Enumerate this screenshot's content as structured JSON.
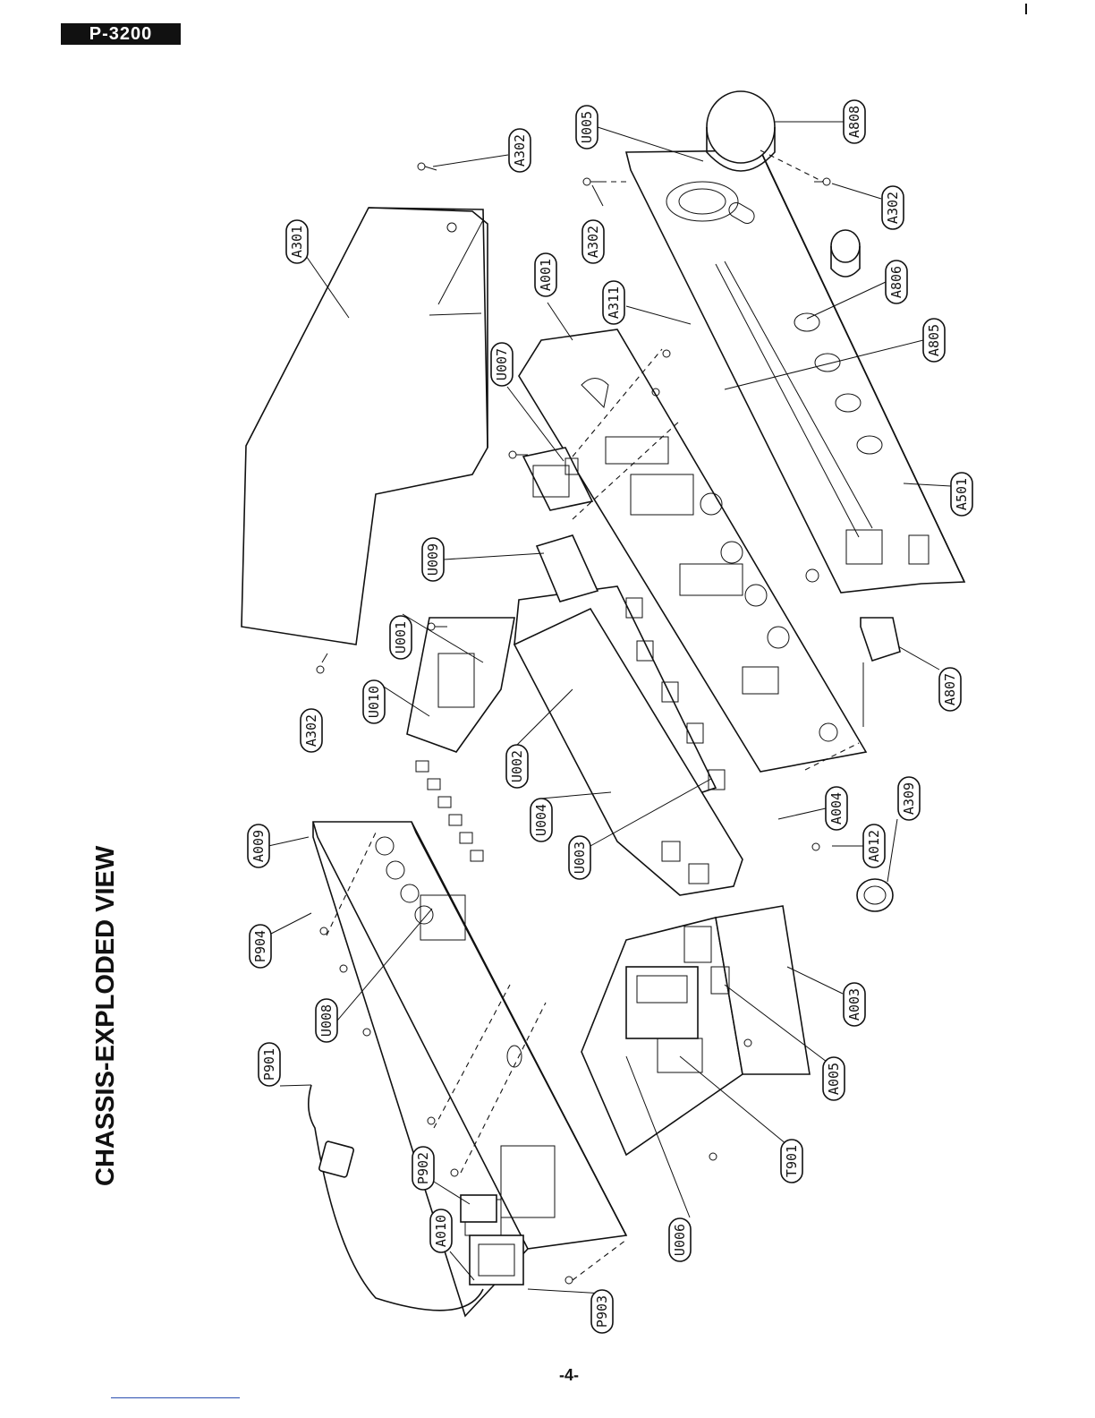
{
  "header": {
    "model": "P-3200"
  },
  "page_title": "CHASSIS-EXPLODED VIEW",
  "page_number": "-4-",
  "parts": [
    "A808",
    "U005",
    "A302",
    "A302",
    "A302",
    "A302",
    "A301",
    "A001",
    "A311",
    "A806",
    "A805",
    "U007",
    "A501",
    "U009",
    "U001",
    "U010",
    "U002",
    "U004",
    "A807",
    "A009",
    "U003",
    "A004",
    "A012",
    "A309",
    "P904",
    "U008",
    "A003",
    "P901",
    "A005",
    "T901",
    "P902",
    "U006",
    "A010",
    "P903"
  ]
}
